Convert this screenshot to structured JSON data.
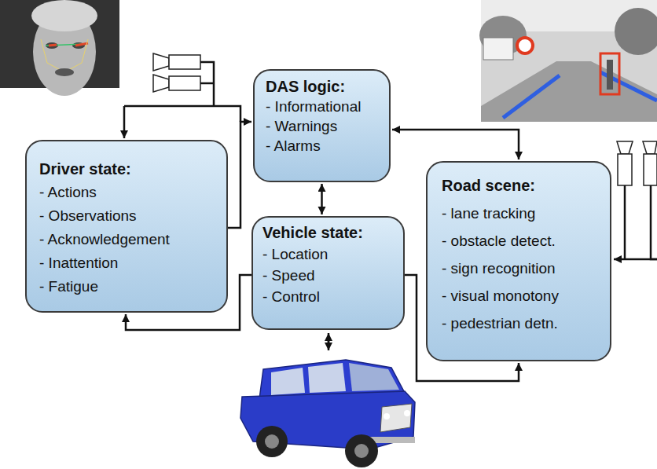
{
  "diagram": {
    "nodes": [
      {
        "text": [
          "DAS logic:",
          "- Informational",
          "- Warnings",
          "- Alarms"
        ]
      },
      {
        "text": [
          "Driver state:",
          "- Actions",
          "- Observations",
          "- Acknowledgement",
          "- Inattention",
          "- Fatigue"
        ]
      },
      {
        "text": [
          "Vehicle state:",
          "- Location",
          "- Speed",
          "- Control"
        ]
      },
      {
        "text": [
          "Road scene:",
          "- lane tracking",
          "- obstacle detect.",
          "- sign recognition",
          "- visual monotony",
          "- pedestrian detn."
        ]
      }
    ],
    "edges": [
      {
        "from": 1,
        "to": 0,
        "arrow": "to"
      },
      {
        "from": 0,
        "to": 2,
        "arrow": "both"
      },
      {
        "from": 0,
        "to": 3,
        "arrow": "both"
      },
      {
        "from": 2,
        "to": 1,
        "arrow": "to"
      },
      {
        "from": 2,
        "to": 3,
        "arrow": "to"
      }
    ]
  }
}
